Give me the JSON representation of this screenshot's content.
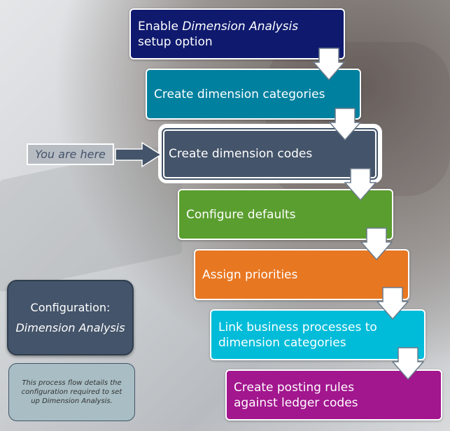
{
  "steps": [
    {
      "pre": "Enable ",
      "em": "Dimension Analysis",
      "post": " setup option",
      "color": "#0f1a6e"
    },
    {
      "label": "Create dimension categories",
      "color": "#00809f"
    },
    {
      "label": "Create dimension codes",
      "color": "#44546a"
    },
    {
      "label": "Configure defaults",
      "color": "#5a9e2f"
    },
    {
      "label": "Assign priorities",
      "color": "#e87722"
    },
    {
      "label": "Link business processes to dimension categories",
      "color": "#00bcd9"
    },
    {
      "label": "Create posting rules against ledger codes",
      "color": "#a2168e"
    }
  ],
  "you_are_here": "You are here",
  "config": {
    "title": "Configuration:",
    "subtitle": "Dimension Analysis"
  },
  "note": "This process flow details the configuration required to set up Dimension Analysis."
}
